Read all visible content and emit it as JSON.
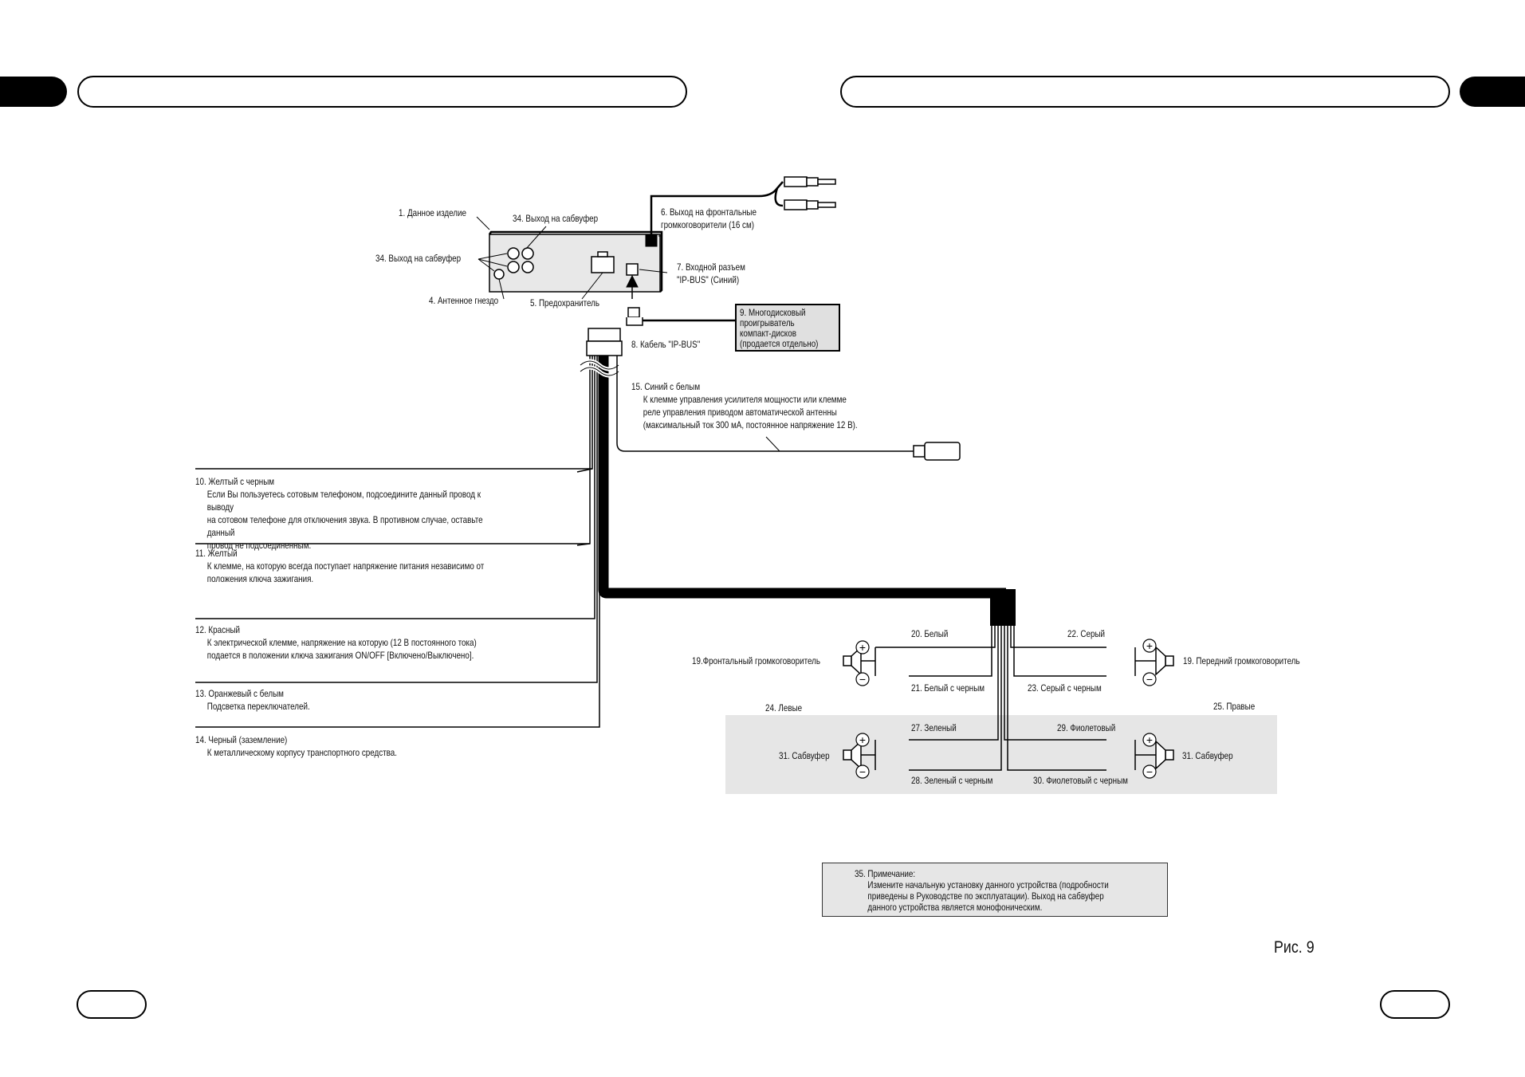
{
  "labels": {
    "unit": "1. Данное изделие",
    "sub_out_top": "34. Выход на сабвуфер",
    "sub_out_left": "34. Выход на сабвуфер",
    "antenna": "4. Антенное гнездо",
    "fuse": "5. Предохранитель",
    "front_out": "6. Выход на фронтальные\nгромкоговорители (16 см)",
    "ipbus_in": "7. Входной разъем\n\"IP-BUS\" (Синий)",
    "ipbus_cable": "8. Кабель \"IP-BUS\"",
    "cd_changer": "9. Многодисковый\nпроигрыватель\nкомпакт-дисков\n(продается отдельно)"
  },
  "wires": {
    "blue_white": {
      "title": "15. Синий с белым",
      "body": "К клемме управления усилителя мощности или клемме\nреле управления приводом автоматической антенны\n(максимальный ток 300 мА, постоянное напряжение 12 В)."
    },
    "yellow_black": {
      "title": "10. Желтый с черным",
      "body": "Если Вы пользуетесь сотовым телефоном, подсоедините данный провод к выводу\nна сотовом телефоне для отключения звука. В противном случае, оставьте данный\nпровод не подсоединенным."
    },
    "yellow": {
      "title": "11. Желтый",
      "body": "К клемме, на которую всегда поступает напряжение питания независимо от\nположения ключа зажигания."
    },
    "red": {
      "title": "12. Красный",
      "body": "К электрической клемме, напряжение на которую (12 В постоянного тока)\nподается в положении ключа зажигания ON/OFF [Включено/Выключено]."
    },
    "orange_white": {
      "title": "13. Оранжевый с белым",
      "body": "Подсветка переключателей."
    },
    "black": {
      "title": "14. Черный (заземление)",
      "body": "К металлическому корпусу транспортного средства."
    }
  },
  "speakers": {
    "front_left": "19.Фронтальный громкоговоритель",
    "front_right": "19. Передний громкоговоритель",
    "white": "20. Белый",
    "white_black": "21. Белый с черным",
    "gray": "22. Серый",
    "gray_black": "23. Серый с черным",
    "left": "24. Левые",
    "right": "25. Правые",
    "green": "27. Зеленый",
    "green_black": "28. Зеленый с черным",
    "violet": "29. Фиолетовый",
    "violet_black": "30. Фиолетовый с черным",
    "sub_left": "31. Сабвуфер",
    "sub_right": "31. Сабвуфер",
    "plus": "+",
    "minus": "−"
  },
  "note": {
    "title": "35. Примечание:",
    "body": "Измените начальную установку данного устройства (подробности\nприведены в Руководстве по эксплуатации). Выход на сабвуфер\nданного устройства является монофоническим."
  },
  "figure": "Рис. 9",
  "colors": {
    "ink": "#000000",
    "shade": "#e6e6e6",
    "unit_fill": "#e8e8e8"
  }
}
